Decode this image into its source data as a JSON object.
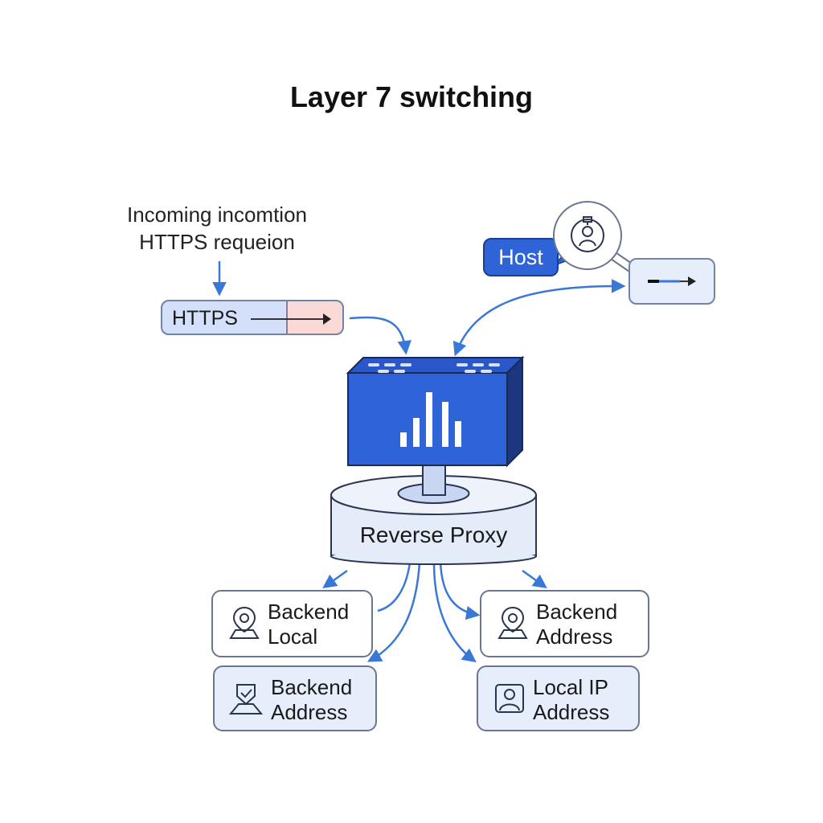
{
  "title": "Layer 7 switching",
  "caption": {
    "line1": "Incoming incomtion",
    "line2": "HTTPS requeion"
  },
  "https_pill": {
    "label": "HTTPS"
  },
  "host_badge": {
    "label": "Host"
  },
  "proxy": {
    "label": "Reverse Proxy"
  },
  "backends": [
    {
      "line1": "Backend",
      "line2": "Local",
      "icon": "location-pin-icon"
    },
    {
      "line1": "Backend",
      "line2": "Address",
      "icon": "location-pin-icon"
    },
    {
      "line1": "Backend",
      "line2": "Address",
      "icon": "shield-check-icon"
    },
    {
      "line1": "Local IP",
      "line2": "Address",
      "icon": "user-badge-icon"
    }
  ],
  "colors": {
    "accent_blue": "#2f64d8",
    "dark_blue": "#1b3f94",
    "light_blue": "#d4e0fa",
    "light_red": "#fbd9d6",
    "arrow_blue": "#3a78d8"
  }
}
